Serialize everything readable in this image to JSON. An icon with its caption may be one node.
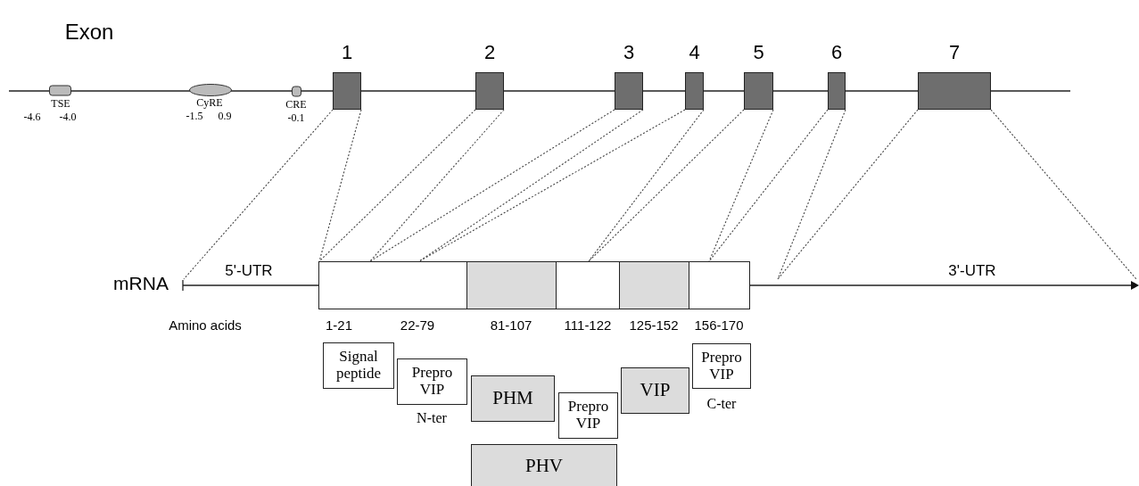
{
  "diagram": {
    "nodes": [
      {
        "text": [
          "TSE"
        ],
        "beside": [
          "-4.6",
          "-4.0"
        ]
      },
      {
        "text": [
          "CyRE"
        ],
        "beside": [
          "-1.5",
          "0.9"
        ]
      },
      {
        "text": [
          "CRE"
        ],
        "beside": [
          "-0.1"
        ]
      },
      {
        "text": [
          "1"
        ]
      },
      {
        "text": [
          "2"
        ]
      },
      {
        "text": [
          "3"
        ]
      },
      {
        "text": [
          "4"
        ]
      },
      {
        "text": [
          "5"
        ]
      },
      {
        "text": [
          "6"
        ]
      },
      {
        "text": [
          "7"
        ]
      },
      {
        "text": [
          "5'-UTR"
        ]
      },
      {
        "text": [],
        "shape": "box",
        "beside": [
          "1-21",
          "22-79"
        ]
      },
      {
        "text": [],
        "shape": "box",
        "beside": [
          "81-107"
        ]
      },
      {
        "text": [],
        "shape": "box",
        "beside": [
          "111-122"
        ]
      },
      {
        "text": [],
        "shape": "box",
        "beside": [
          "125-152"
        ]
      },
      {
        "text": [],
        "shape": "box",
        "beside": [
          "156-170"
        ]
      },
      {
        "text": [
          "3'-UTR"
        ]
      },
      {
        "text": [
          "Signal peptide"
        ]
      },
      {
        "text": [
          "Prepro VIP"
        ],
        "beside": [
          "N-ter"
        ]
      },
      {
        "text": [
          "PHM"
        ]
      },
      {
        "text": [
          "Prepro VIP"
        ]
      },
      {
        "text": [
          "VIP"
        ]
      },
      {
        "text": [
          "Prepro VIP"
        ],
        "beside": [
          "C-ter"
        ]
      },
      {
        "text": [
          "PHV"
        ]
      }
    ],
    "edges": [
      {
        "from": 3,
        "to": 10,
        "arrow": "none",
        "style": "dashed"
      },
      {
        "from": 3,
        "to": 11,
        "arrow": "none",
        "style": "dashed"
      },
      {
        "from": 4,
        "to": 11,
        "arrow": "none",
        "style": "dashed"
      },
      {
        "from": 4,
        "to": 11,
        "arrow": "none",
        "style": "dashed"
      },
      {
        "from": 5,
        "to": 11,
        "arrow": "none",
        "style": "dashed"
      },
      {
        "from": 5,
        "to": 11,
        "arrow": "none",
        "style": "dashed"
      },
      {
        "from": 6,
        "to": 11,
        "arrow": "none",
        "style": "dashed"
      },
      {
        "from": 6,
        "to": 13,
        "arrow": "none",
        "style": "dashed"
      },
      {
        "from": 7,
        "to": 13,
        "arrow": "none",
        "style": "dashed"
      },
      {
        "from": 7,
        "to": 15,
        "arrow": "none",
        "style": "dashed"
      },
      {
        "from": 8,
        "to": 15,
        "arrow": "none",
        "style": "dashed"
      },
      {
        "from": 8,
        "to": 16,
        "arrow": "none",
        "style": "dashed"
      },
      {
        "from": 9,
        "to": 16,
        "arrow": "none",
        "style": "dashed"
      },
      {
        "from": 9,
        "to": 16,
        "arrow": "none",
        "style": "dashed"
      }
    ],
    "labels": [
      "Exon",
      "mRNA",
      "Amino acids"
    ]
  }
}
